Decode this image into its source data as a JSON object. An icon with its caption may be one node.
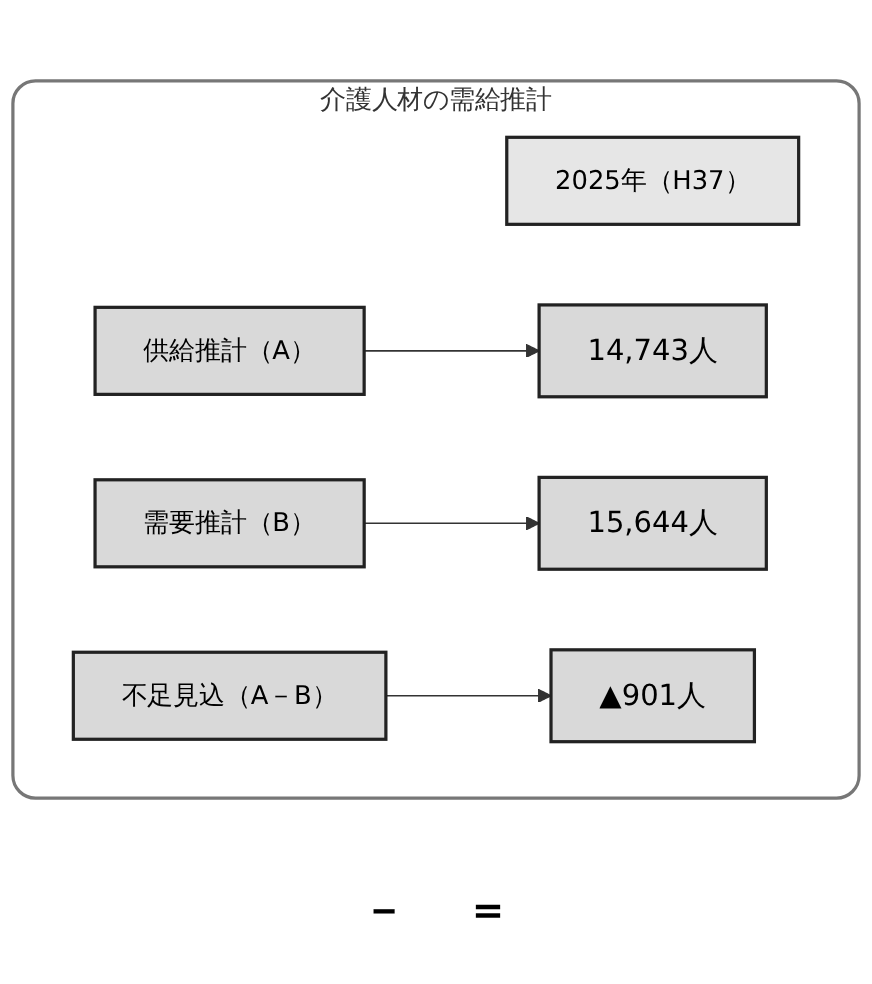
{
  "diagram": {
    "nodes": [
      {
        "text": [
          "介護人材の需給推計"
        ]
      },
      {
        "text": [
          "2025年（H37）"
        ],
        "in": 0
      },
      {
        "text": [
          "供給推計（A）"
        ],
        "in": 0
      },
      {
        "text": [
          "14,743人"
        ],
        "in": 0
      },
      {
        "text": [
          "需要推計（B）"
        ],
        "in": 0
      },
      {
        "text": [
          "15,644人"
        ],
        "in": 0
      },
      {
        "text": [
          "不足見込（A－B）"
        ],
        "in": 0
      },
      {
        "text": [
          "▲901人"
        ],
        "in": 0
      }
    ],
    "edges": [
      {
        "from": 2,
        "to": 3,
        "arrow": "to"
      },
      {
        "from": 4,
        "to": 5,
        "arrow": "to"
      },
      {
        "from": 6,
        "to": 7,
        "arrow": "to"
      }
    ],
    "labels": [
      "－",
      "＝"
    ]
  }
}
